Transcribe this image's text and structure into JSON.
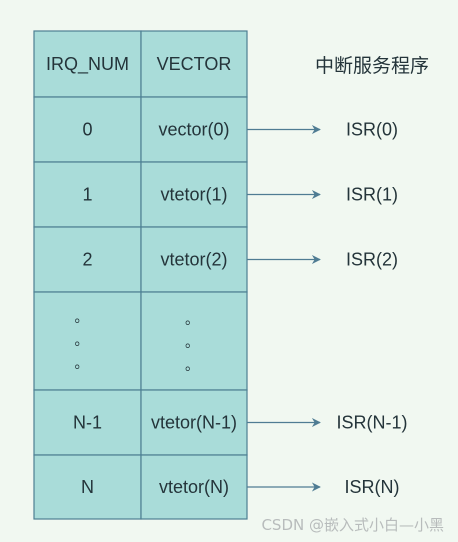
{
  "header": {
    "col1": "IRQ_NUM",
    "col2": "VECTOR",
    "title": "中断服务程序"
  },
  "rows": [
    {
      "irq": "0",
      "vector": "vector(0)",
      "isr": "ISR(0)"
    },
    {
      "irq": "1",
      "vector": "vtetor(1)",
      "isr": "ISR(1)"
    },
    {
      "irq": "2",
      "vector": "vtetor(2)",
      "isr": "ISR(2)"
    },
    {
      "irq": "。",
      "vector": "。",
      "isr": null,
      "ellipsis": true
    },
    {
      "irq": "N-1",
      "vector": "vtetor(N-1)",
      "isr": "ISR(N-1)"
    },
    {
      "irq": "N",
      "vector": "vtetor(N)",
      "isr": "ISR(N)"
    }
  ],
  "watermark": "CSDN @嵌入式小白—小黑",
  "colors": {
    "cell_fill": "#a9dcd9",
    "cell_border": "#4d7f93",
    "arrow": "#4f7c93",
    "background": "#f1f8f1"
  }
}
